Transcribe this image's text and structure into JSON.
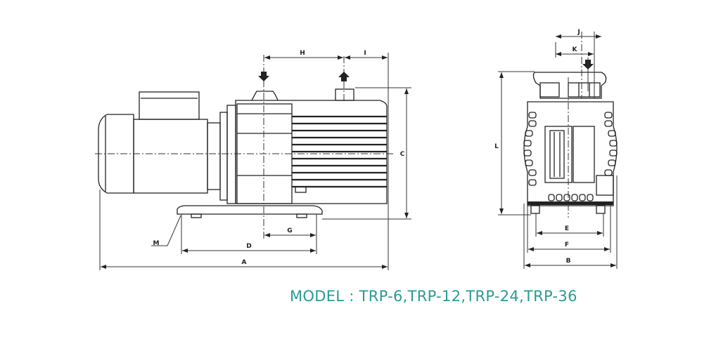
{
  "model_caption": "MODEL : TRP-6,TRP-12,TRP-24,TRP-36",
  "dimension_labels": {
    "A": "A",
    "B": "B",
    "C": "C",
    "D": "D",
    "E": "E",
    "F": "F",
    "G": "G",
    "H": "H",
    "I": "I",
    "J": "J",
    "K": "K",
    "L": "L",
    "M": "M"
  },
  "colors": {
    "caption": "#2a9a94",
    "line": "#222222"
  }
}
